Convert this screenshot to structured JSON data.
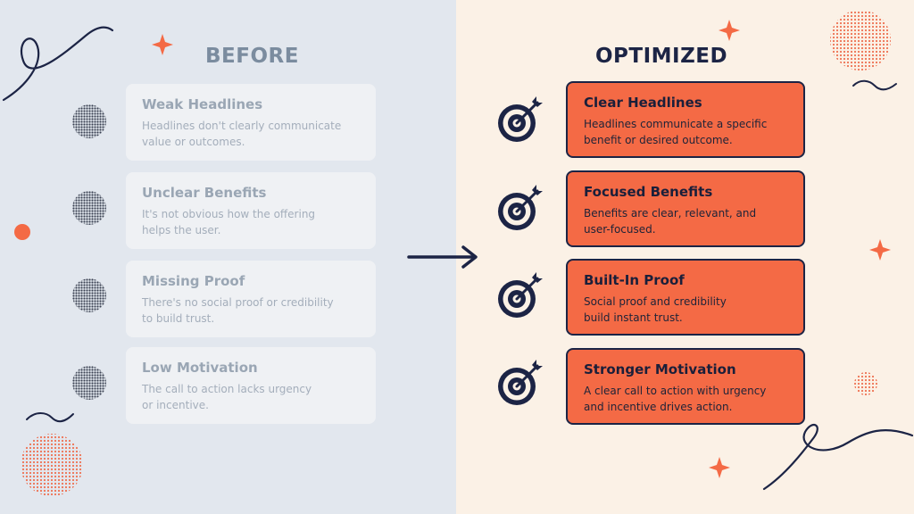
{
  "before": {
    "heading": "BEFORE",
    "items": [
      {
        "title": "Weak Headlines",
        "line1": "Headlines don't clearly communicate",
        "line2": "value or outcomes."
      },
      {
        "title": "Unclear Benefits",
        "line1": "It's not obvious how the offering",
        "line2": "helps the user."
      },
      {
        "title": "Missing Proof",
        "line1": "There's no social proof or credibility",
        "line2": "to build trust."
      },
      {
        "title": "Low Motivation",
        "line1": "The call to action lacks urgency",
        "line2": "or incentive."
      }
    ]
  },
  "optimized": {
    "heading": "OPTIMIZED",
    "items": [
      {
        "title": "Clear Headlines",
        "line1": "Headlines communicate a specific",
        "line2": "benefit or desired outcome."
      },
      {
        "title": "Focused Benefits",
        "line1": "Benefits are clear, relevant, and",
        "line2": "user-focused."
      },
      {
        "title": "Built-In Proof",
        "line1": "Social proof and credibility",
        "line2": "build instant trust."
      },
      {
        "title": "Stronger Motivation",
        "line1": "A clear call to action with urgency",
        "line2": "and incentive drives action."
      }
    ]
  },
  "icons": {
    "before_marker": "dotted-circle-icon",
    "optimized_marker": "target-arrow-icon",
    "transition": "right-arrow-icon"
  },
  "colors": {
    "left_background": "#e2e7ee",
    "right_background": "#fbf1e6",
    "accent": "#f46a45",
    "navy": "#1c2445"
  }
}
